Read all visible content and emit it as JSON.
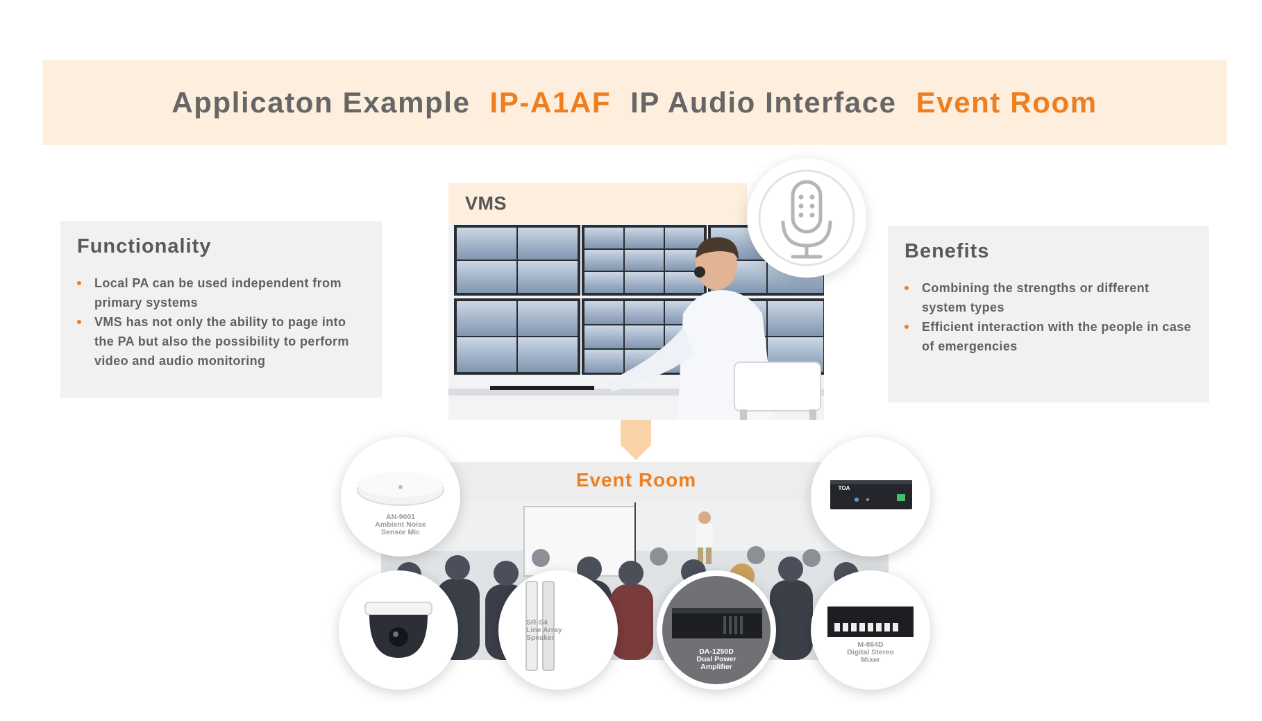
{
  "title": {
    "part1": "Applicaton Example",
    "part2": "IP-A1AF",
    "part3": "IP Audio Interface",
    "part4": "Event Room"
  },
  "functionality": {
    "heading": "Functionality",
    "items": [
      "Local PA can be used independent from primary systems",
      "VMS has not only the ability to page into the PA but also the possibility to perform video and audio monitoring"
    ]
  },
  "benefits": {
    "heading": "Benefits",
    "items": [
      "Combining the strengths or different system types",
      "Efficient interaction with the people in case of emergencies"
    ]
  },
  "vms": {
    "label": "VMS"
  },
  "event_room": {
    "label": "Event Room"
  },
  "devices": {
    "mic": {
      "line1": "AN-9001",
      "line2": "Ambient Noise",
      "line3": "Sensor Mic"
    },
    "interface": {
      "brand": "TOA"
    },
    "speaker": {
      "line1": "SR-S4",
      "line2": "Line Array",
      "line3": "Speaker"
    },
    "amplifier": {
      "line1": "DA-1250D",
      "line2": "Dual Power",
      "line3": "Amplifier"
    },
    "mixer": {
      "line1": "M-864D",
      "line2": "Digital Stereo",
      "line3": "Mixer"
    }
  },
  "colors": {
    "accent": "#ee7e1f",
    "banner_bg": "#fdeedd",
    "panel_bg": "#f1f1f1",
    "text_grey": "#666666"
  }
}
